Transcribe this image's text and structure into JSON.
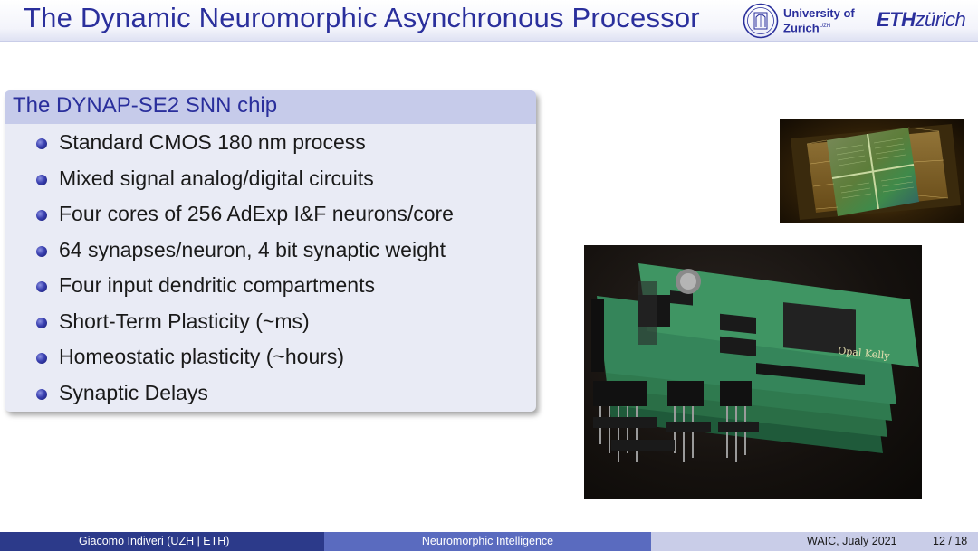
{
  "header": {
    "title": "The Dynamic Neuromorphic Asynchronous Processor",
    "uzh_logo_line1": "University of",
    "uzh_logo_line2": "Zurich",
    "uzh_logo_sup": "UZH",
    "eth_logo_bold": "ETH",
    "eth_logo_light": "zürich"
  },
  "block": {
    "title": "The DYNAP-SE2 SNN chip",
    "bullets": [
      "Standard CMOS 180 nm process",
      "Mixed signal analog/digital circuits",
      "Four cores of 256 AdExp I&F neurons/core",
      "64 synapses/neuron, 4 bit synaptic weight",
      "Four input dendritic compartments",
      "Short-Term Plasticity (~ms)",
      "Homeostatic plasticity (~hours)",
      "Synaptic Delays"
    ]
  },
  "images": {
    "board_silkscreen": "Opal Kelly"
  },
  "footer": {
    "author": "Giacomo Indiveri  (UZH | ETH)",
    "topic": "Neuromorphic Intelligence",
    "event": "WAIC, Jualy 2021",
    "page": "12 / 18"
  },
  "colors": {
    "title_blue": "#2a2f9c",
    "block_header": "#c6cbea",
    "block_body": "#e9ebf5",
    "footer_dark": "#2c3a8a",
    "footer_mid": "#5a6bbf",
    "footer_light": "#c9cde8"
  }
}
